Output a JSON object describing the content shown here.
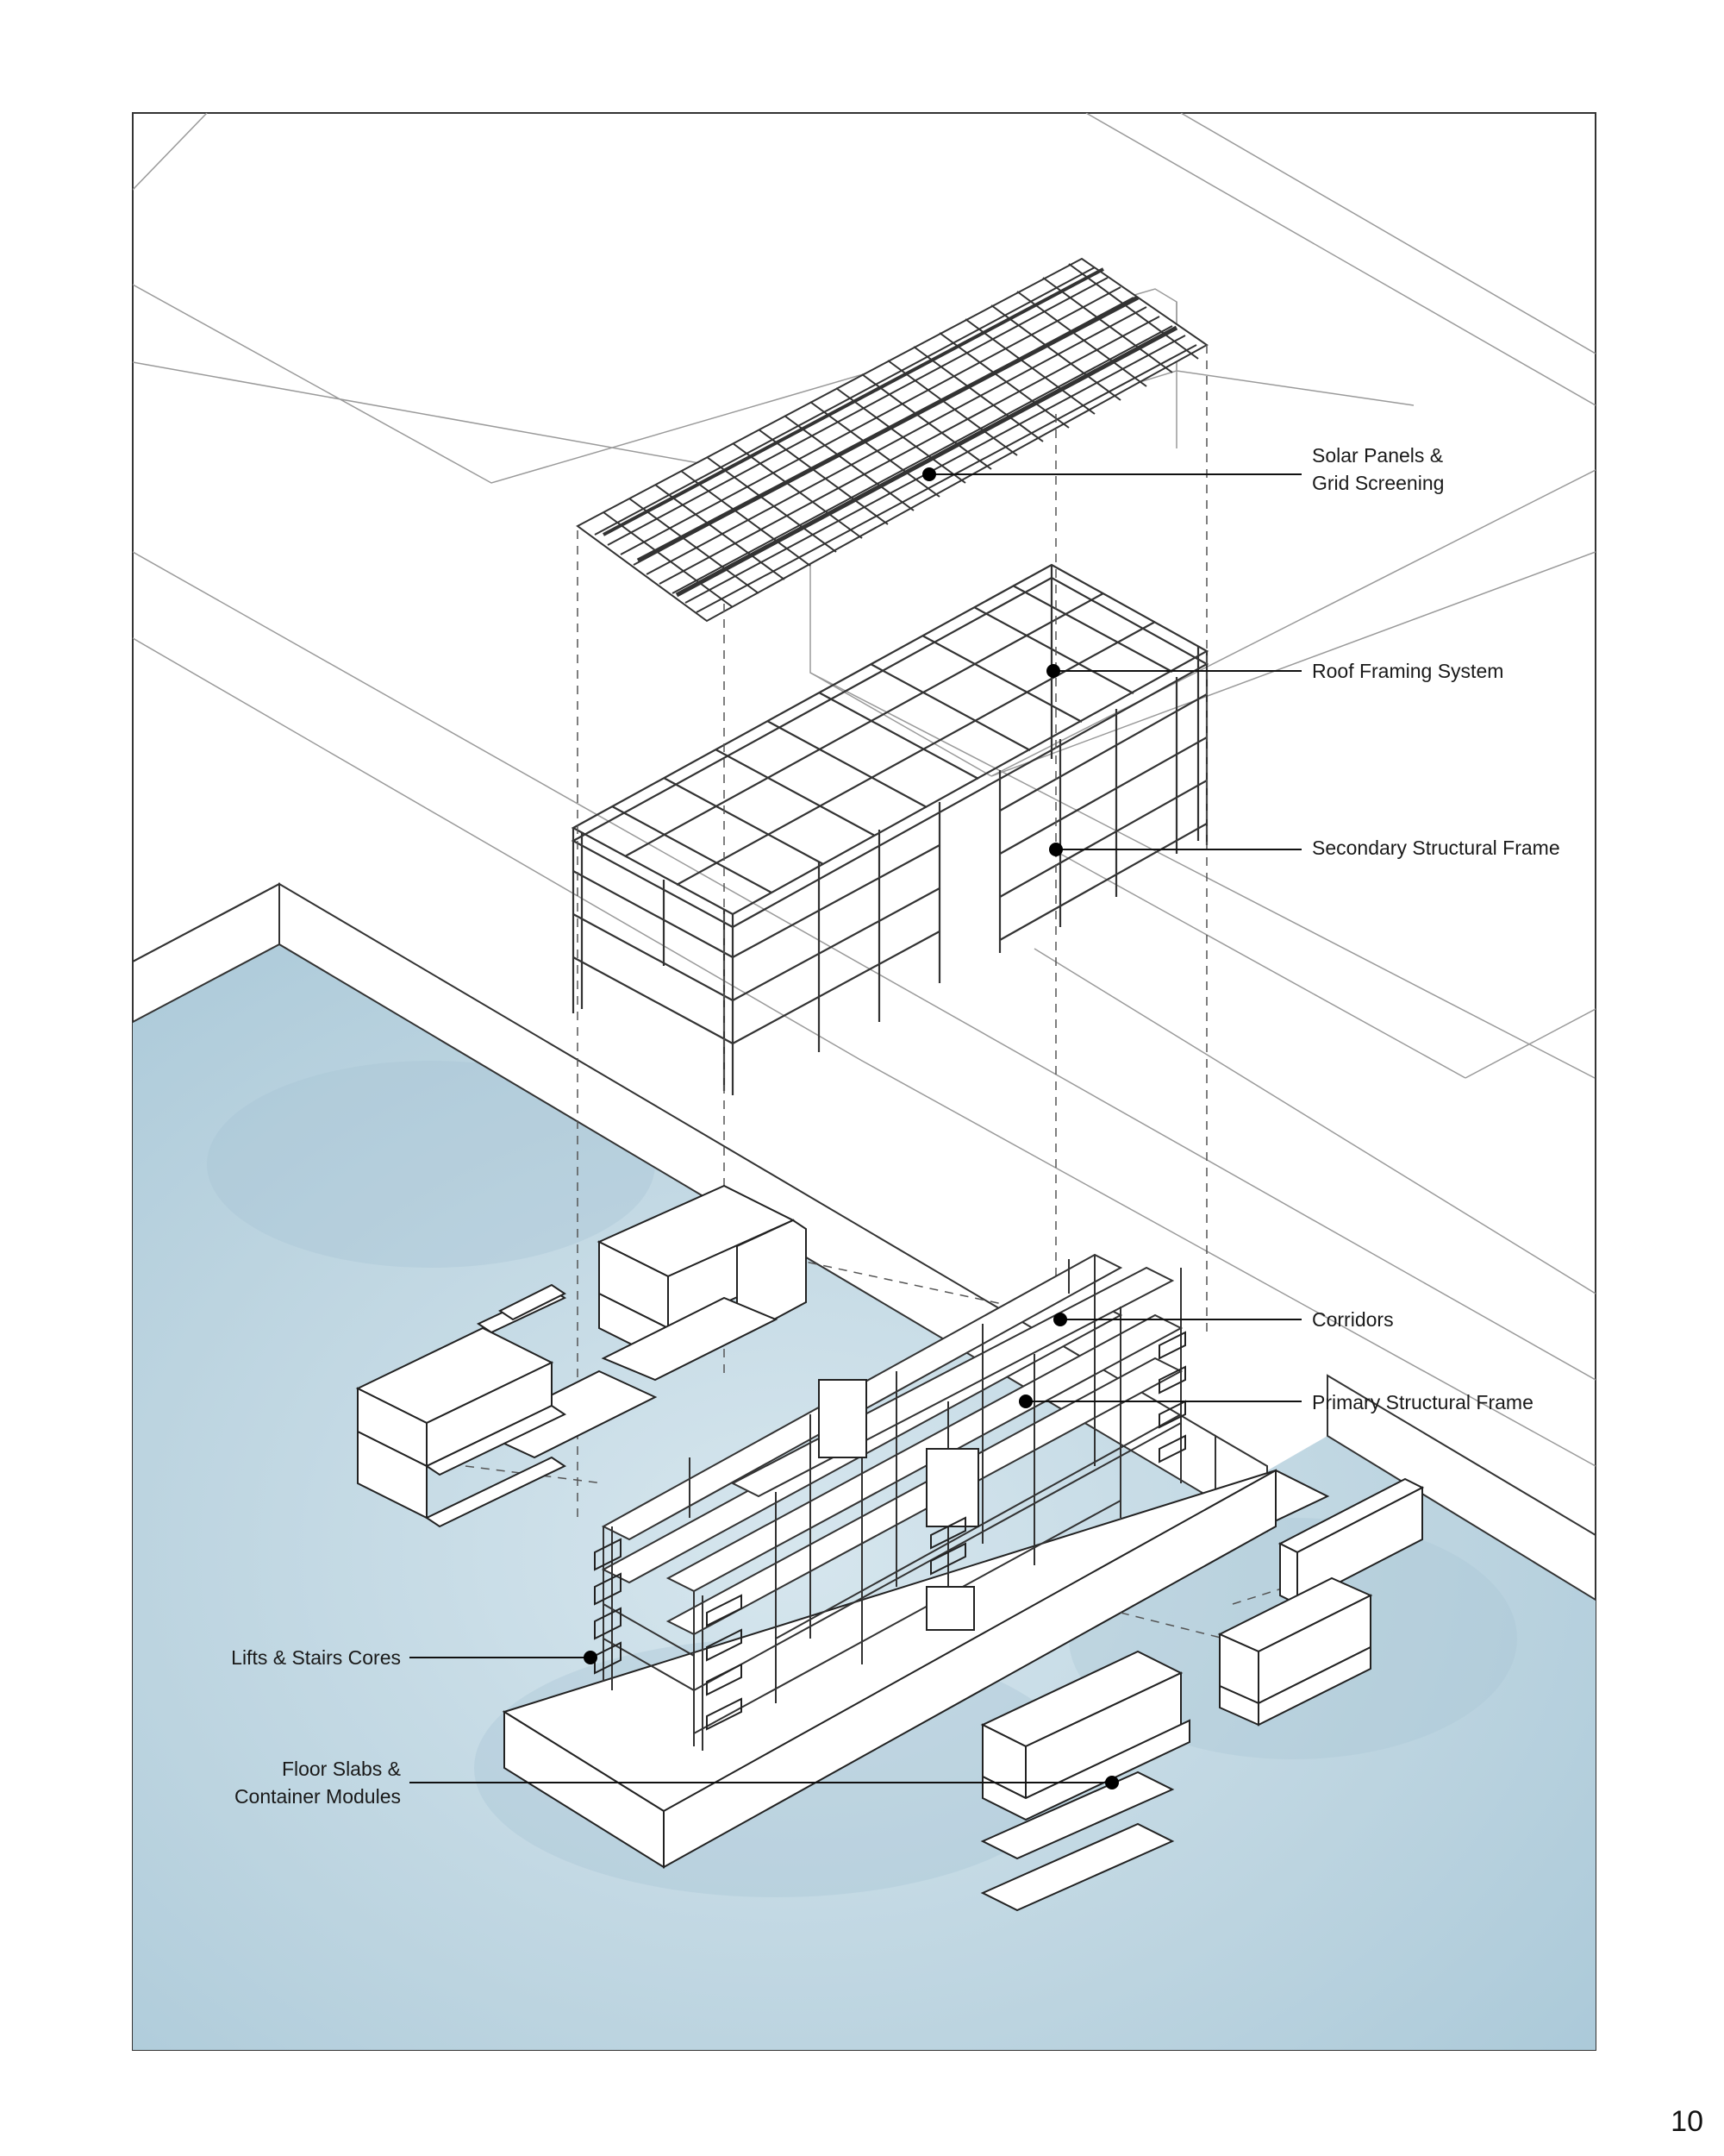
{
  "labels": {
    "solar_panels": [
      "Solar Panels &",
      "Grid Screening"
    ],
    "roof_framing": "Roof Framing System",
    "secondary_frame": "Secondary Structural Frame",
    "corridors": "Corridors",
    "primary_frame": "Primary Structural Frame",
    "lifts_stairs": "Lifts & Stairs Cores",
    "floor_slabs": [
      "Floor Slabs  &",
      "Container Modules"
    ]
  },
  "page_number": "10",
  "colors": {
    "water": "#c9dde7",
    "water_dark": "#9ec0d1",
    "line": "#2a2a2a",
    "light_line": "#9a9a9a"
  }
}
